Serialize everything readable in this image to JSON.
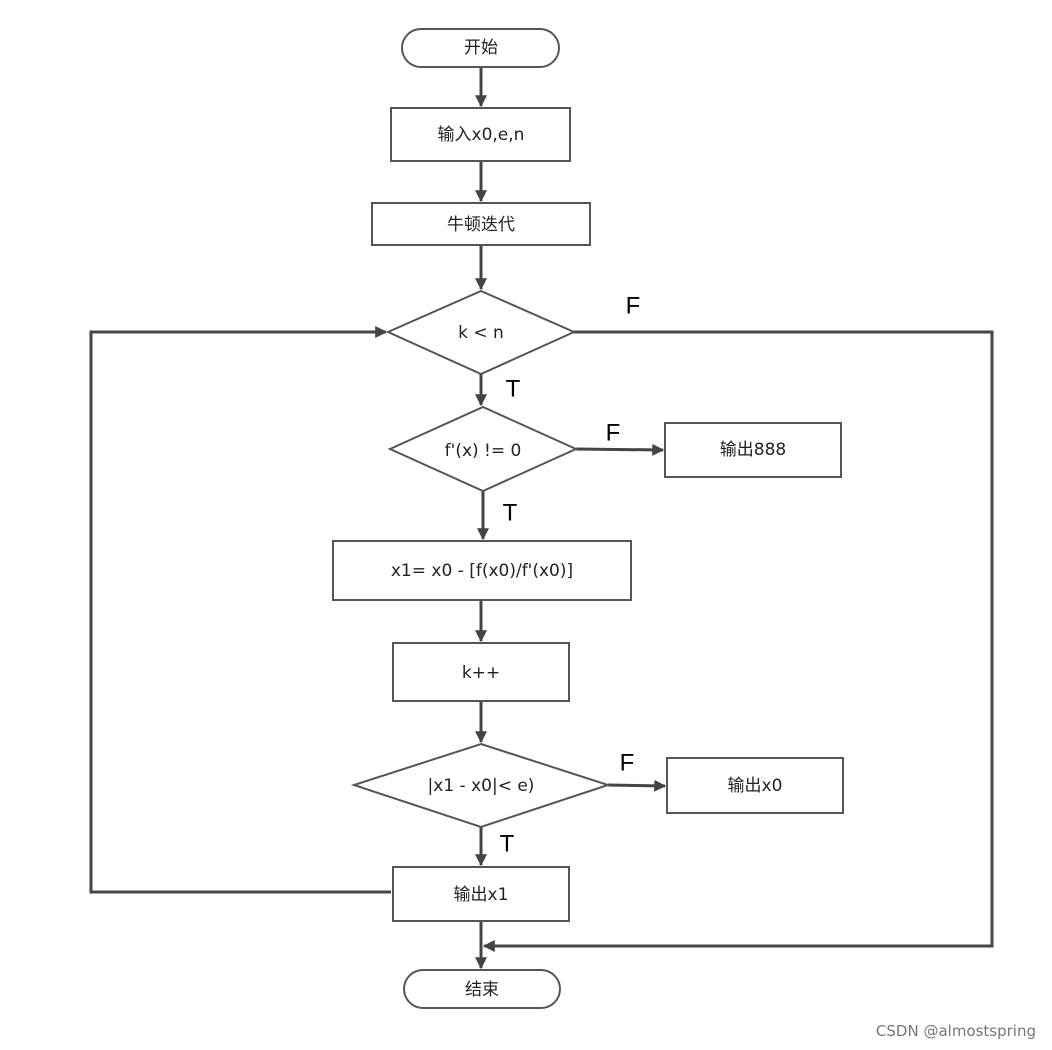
{
  "nodes": {
    "start": "开始",
    "input": "输入x0,e,n",
    "newton": "牛顿迭代",
    "cond_k": "k < n",
    "cond_deriv": "f'(x) != 0",
    "output_888": "输出888",
    "update": "x1= x0 - [f(x0)/f'(x0)]",
    "increment": "k++",
    "cond_err": "|x1 - x0|< e)",
    "output_x0": "输出x0",
    "output_x1": "输出x1",
    "end": "结束"
  },
  "edge_labels": {
    "k_false": "F",
    "k_true": "T",
    "deriv_false": "F",
    "deriv_true": "T",
    "err_false": "F",
    "err_true": "T"
  },
  "watermark": "CSDN @almostspring"
}
